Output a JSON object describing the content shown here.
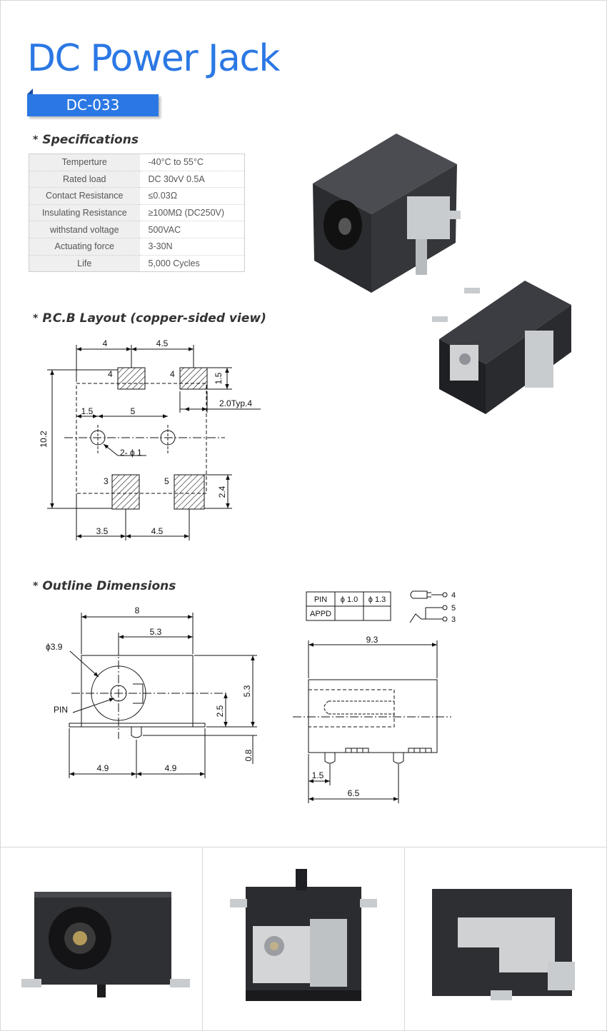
{
  "header": {
    "title": "DC Power Jack",
    "model": "DC-033"
  },
  "sections": {
    "specifications": "Specifications",
    "pcb": "P.C.B Layout (copper-sided view)",
    "outline": "Outline Dimensions",
    "bullet": "*"
  },
  "specs": [
    {
      "label": "Temperture",
      "value": "-40°C to 55°C"
    },
    {
      "label": "Rated load",
      "value": "DC 30vV 0.5A"
    },
    {
      "label": "Contact Resistance",
      "value": "≤0.03Ω"
    },
    {
      "label": "Insulating Resistance",
      "value": "≥100MΩ (DC250V)"
    },
    {
      "label": "withstand voltage",
      "value": "500VAC"
    },
    {
      "label": "Actuating force",
      "value": "3-30N"
    },
    {
      "label": "Life",
      "value": "5,000 Cycles"
    }
  ],
  "pcb": {
    "d_top_left": "4",
    "d_top_right": "4.5",
    "d_pad_height": "1.5",
    "d_typ": "2.0Typ.4",
    "d_hole_offset": "1.5",
    "d_hole_pitch": "5",
    "d_height": "10.2",
    "d_holes": "2- ϕ 1",
    "d_pad_h2": "2.4",
    "d_bottom_left": "3.5",
    "d_bottom_right": "4.5",
    "pin_tl": "4",
    "pin_tr": "4",
    "pin_bl": "3",
    "pin_br": "5"
  },
  "outline": {
    "d_width": "8",
    "d_center": "5.3",
    "d_dia": "ϕ3.9",
    "d_pin": "PIN",
    "d_center_h": "2.5",
    "d_height": "5.3",
    "d_pin_len": "0.8",
    "d_half_left": "4.9",
    "d_half_right": "4.9",
    "d_side_len": "9.3",
    "d_side_pin": "1.5",
    "d_side_pitch": "6.5",
    "table": {
      "h1": "PIN",
      "h2": "ϕ 1.0",
      "h3": "ϕ 1.3",
      "r1": "APPD"
    },
    "schem": [
      "4",
      "5",
      "3"
    ]
  },
  "colors": {
    "accent": "#2b78e4",
    "jack": "#2e2f33",
    "metal": "#c9cccf"
  }
}
